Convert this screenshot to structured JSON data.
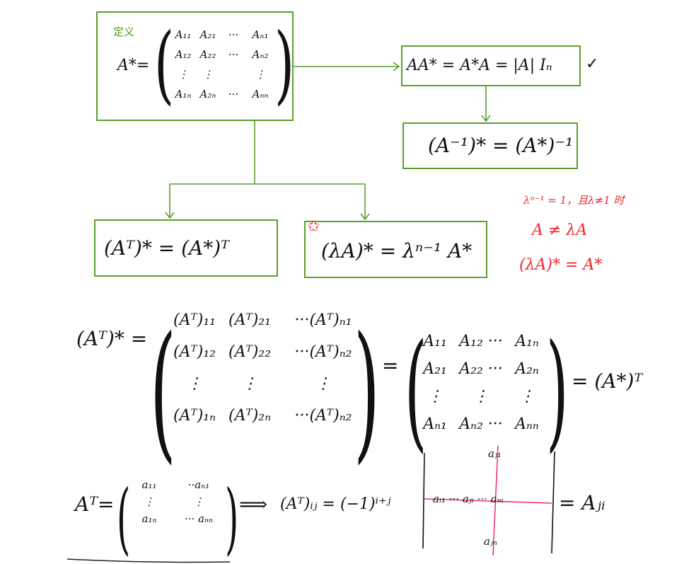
{
  "definition": {
    "label": "定义",
    "lhs": "A*=",
    "matrix": [
      [
        "A₁₁",
        "A₂₁",
        "···",
        "Aₙ₁"
      ],
      [
        "A₁₂",
        "A₂₂",
        "···",
        "Aₙ₂"
      ],
      [
        "⋮",
        "⋮",
        "",
        "⋮"
      ],
      [
        "A₁ₙ",
        "A₂ₙ",
        "···",
        "Aₙₙ"
      ]
    ]
  },
  "box_identity": {
    "text": "AA* = A*A = |A| Iₙ",
    "check": "✓"
  },
  "box_inverse": {
    "text": "(A⁻¹)* = (A*)⁻¹"
  },
  "box_transpose": {
    "text": "(Aᵀ)* = (A*)ᵀ"
  },
  "box_scalar": {
    "text": "(λA)* = λⁿ⁻¹ A*",
    "star": "✩"
  },
  "red_notes": [
    "λⁿ⁻¹ = 1，且λ≠1 时",
    "A ≠ λA",
    "(λA)* = A*"
  ],
  "proof1": {
    "lhs": "(Aᵀ)* =",
    "matrix1": [
      [
        "(Aᵀ)₁₁",
        "(Aᵀ)₂₁",
        "···(Aᵀ)ₙ₁"
      ],
      [
        "(Aᵀ)₁₂",
        "(Aᵀ)₂₂",
        "···(Aᵀ)ₙ₂"
      ],
      [
        "⋮",
        "⋮",
        "⋮"
      ],
      [
        "(Aᵀ)₁ₙ",
        "(Aᵀ)₂ₙ",
        "···(Aᵀ)ₙ₂"
      ]
    ],
    "eq": "=",
    "matrix2": [
      [
        "A₁₁",
        "A₁₂ ···",
        "A₁ₙ"
      ],
      [
        "A₂₁",
        "A₂₂ ···",
        "A₂ₙ"
      ],
      [
        "⋮",
        "⋮",
        "⋮"
      ],
      [
        "Aₙ₁",
        "Aₙ₂ ···",
        "Aₙₙ"
      ]
    ],
    "rhs": "= (A*)ᵀ"
  },
  "proof2": {
    "lhs": "Aᵀ=",
    "matrix": [
      [
        "a₁₁",
        "··aₙ₁"
      ],
      [
        "⋮",
        "⋮"
      ],
      [
        "a₁ₙ",
        "··· aₙₙ"
      ]
    ],
    "implies": "⟹",
    "mid": "(Aᵀ)ᵢⱼ = (−1)ⁱ⁺ʲ",
    "det_top": "aⱼ₁",
    "det_row": "aᵢ₁ ··· aⱼᵢ ··· aₙᵢ",
    "det_bottom": "aⱼₙ",
    "rhs": "= Aⱼᵢ"
  }
}
